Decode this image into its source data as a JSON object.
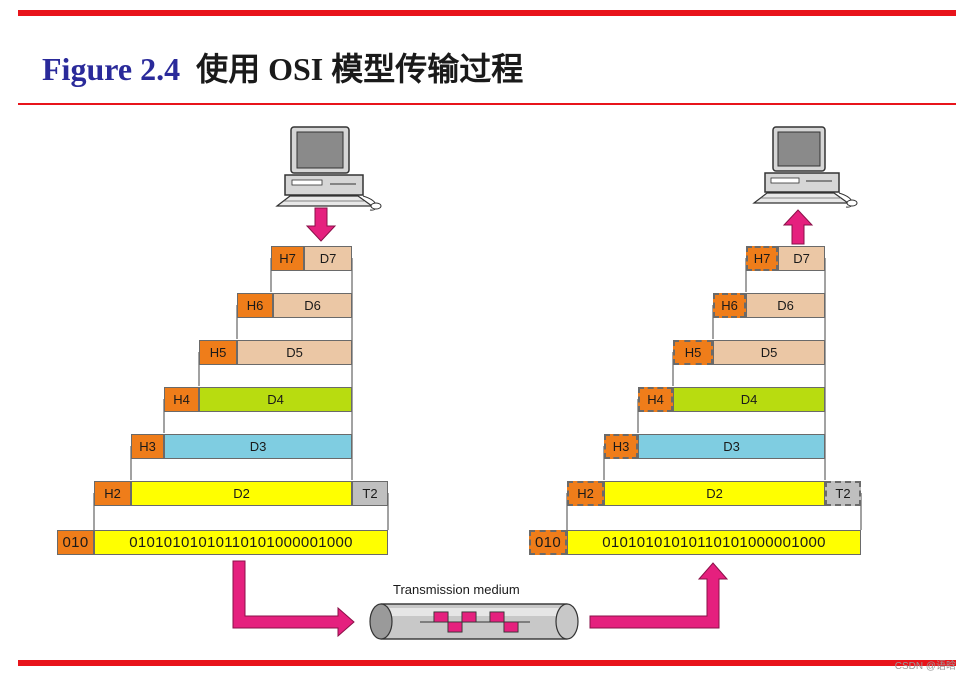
{
  "slide": {
    "title_prefix": "Figure 2.4",
    "title_text": "使用 OSI 模型传输过程",
    "watermark": "CSDN @语晗"
  },
  "colors": {
    "red_rule": "#e8141b",
    "header": "#ef7d1a",
    "data_upper": "#ebc7a5",
    "data_d4": "#b8dc10",
    "data_d3": "#7fcde1",
    "data_d2": "#ffff00",
    "trailer": "#bfbfbf",
    "bitstream": "#ffff00",
    "arrow": "#e5207e"
  },
  "sender": {
    "layers": [
      {
        "header": "H7",
        "data": "D7"
      },
      {
        "header": "H6",
        "data": "D6"
      },
      {
        "header": "H5",
        "data": "D5"
      },
      {
        "header": "H4",
        "data": "D4"
      },
      {
        "header": "H3",
        "data": "D3"
      },
      {
        "header": "H2",
        "data": "D2",
        "trailer": "T2"
      }
    ],
    "physical": {
      "prefix": "010",
      "bits": "01010101010110101000001000"
    }
  },
  "receiver": {
    "layers": [
      {
        "header": "H7",
        "data": "D7"
      },
      {
        "header": "H6",
        "data": "D6"
      },
      {
        "header": "H5",
        "data": "D5"
      },
      {
        "header": "H4",
        "data": "D4"
      },
      {
        "header": "H3",
        "data": "D3"
      },
      {
        "header": "H2",
        "data": "D2",
        "trailer": "T2"
      }
    ],
    "physical": {
      "prefix": "010",
      "bits": "01010101010110101000001000"
    }
  },
  "medium": {
    "label": "Transmission medium"
  }
}
